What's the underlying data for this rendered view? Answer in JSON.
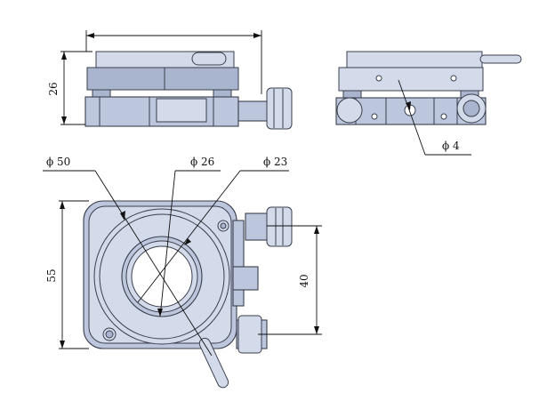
{
  "labels": {
    "height_26": "26",
    "phi_4": "ϕ 4",
    "phi_50": "ϕ 50",
    "phi_26": "ϕ 26",
    "phi_23": "ϕ 23",
    "height_55": "55",
    "spacing_40": "40"
  },
  "colors": {
    "part_fill": "#bcc6dd",
    "part_light": "#d3daea",
    "outline": "#3a3f4c",
    "dimension": "#111111"
  }
}
